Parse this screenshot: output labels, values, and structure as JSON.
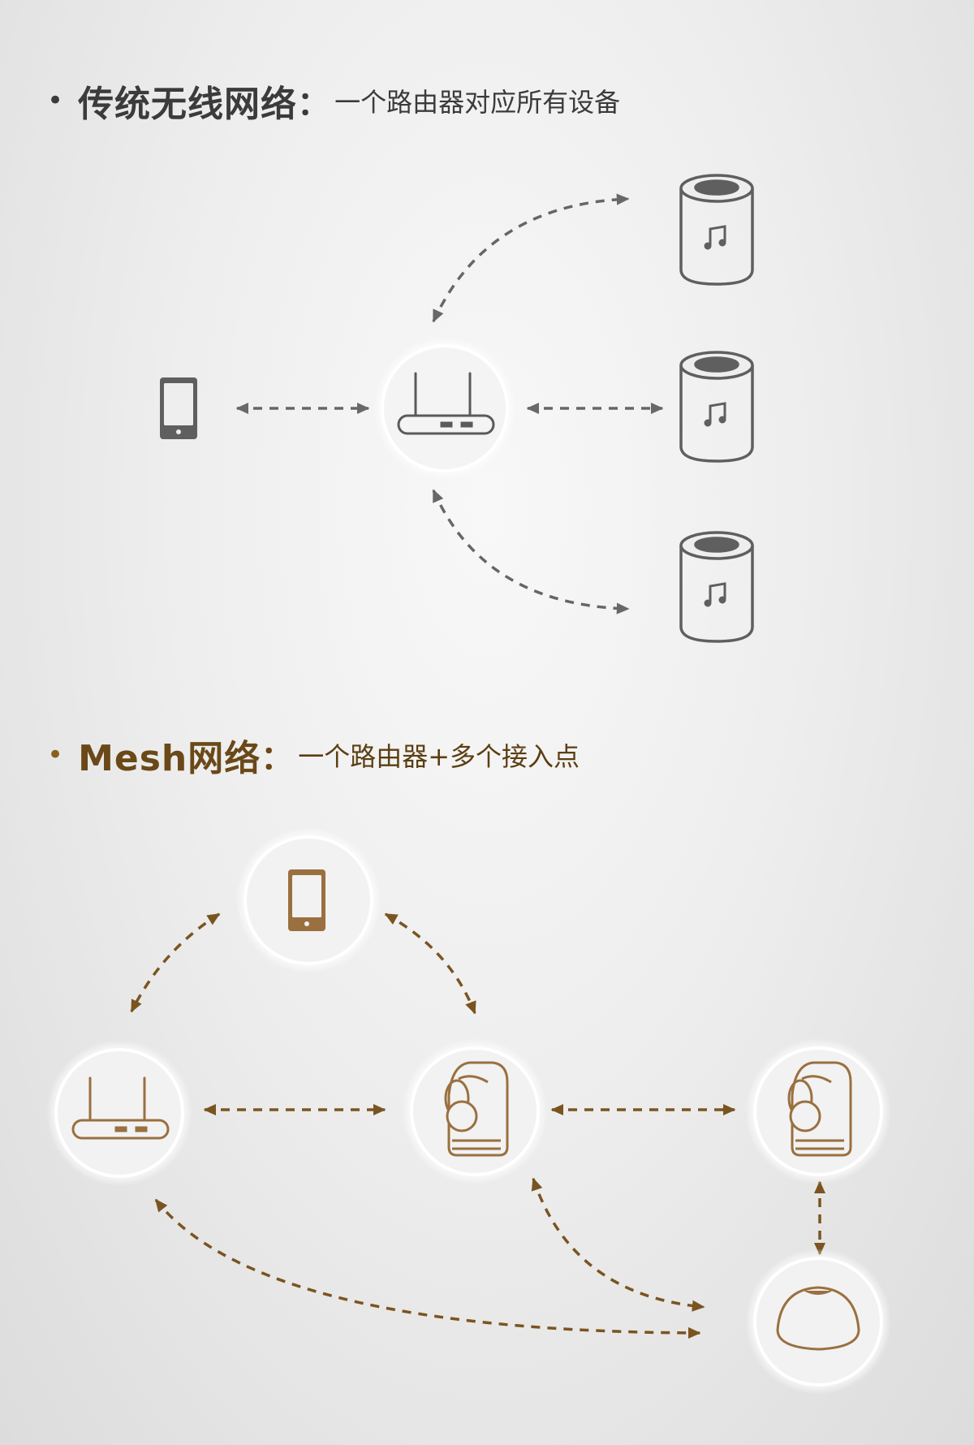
{
  "section_traditional": {
    "bullet": "•",
    "title": "传统无线网络",
    "colon": "：",
    "subtitle": "一个路由器对应所有设备"
  },
  "section_mesh": {
    "bullet": "•",
    "title": "Mesh网络",
    "colon": "：",
    "subtitle": "一个路由器+多个接入点"
  },
  "colors": {
    "gray_line": "#5f5f5f",
    "gray_arrow": "#666666",
    "gold_line": "#7a5420",
    "gold_icon": "#9a7040",
    "text_dark": "#3b3b3b",
    "text_gold": "#6a4818"
  },
  "icons": {
    "phone": "phone-icon",
    "router": "router-icon",
    "speaker": "speaker-icon",
    "access_point": "access-point-icon",
    "dome_speaker": "dome-speaker-icon",
    "music_note": "music-note-icon"
  }
}
